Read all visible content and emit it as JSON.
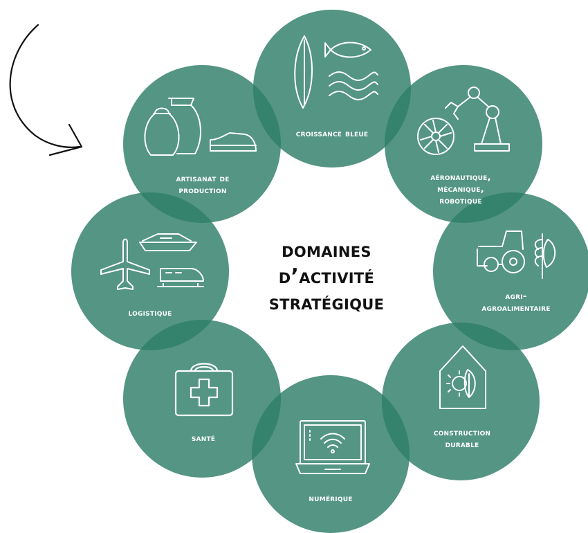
{
  "title": {
    "line1": "Domaines",
    "line2": "d’activité",
    "line3": "stratégique"
  },
  "domains": [
    {
      "id": "croissance-bleue",
      "lines": [
        "croissance bleue"
      ],
      "icon": "surfboard-fish-waves-icon"
    },
    {
      "id": "aeronautique",
      "lines": [
        "aéronautique,",
        "mécanique,",
        "robotique"
      ],
      "icon": "turbine-robot-arm-icon"
    },
    {
      "id": "agri",
      "lines": [
        "agri-",
        "agroalimentaire"
      ],
      "icon": "tractor-wheat-icon"
    },
    {
      "id": "construction",
      "lines": [
        "construction",
        "durable"
      ],
      "icon": "eco-house-icon"
    },
    {
      "id": "numerique",
      "lines": [
        "numérique"
      ],
      "icon": "laptop-wifi-icon"
    },
    {
      "id": "sante",
      "lines": [
        "santé"
      ],
      "icon": "first-aid-kit-icon"
    },
    {
      "id": "logistique",
      "lines": [
        "logistique"
      ],
      "icon": "plane-boat-train-icon"
    },
    {
      "id": "artisanat",
      "lines": [
        "artisanat de",
        "production"
      ],
      "icon": "vases-espadrille-icon"
    }
  ],
  "colors": {
    "circle": "#2e7e68",
    "text_on_circle": "#ffffff",
    "title": "#111111",
    "arrow": "#111111"
  }
}
